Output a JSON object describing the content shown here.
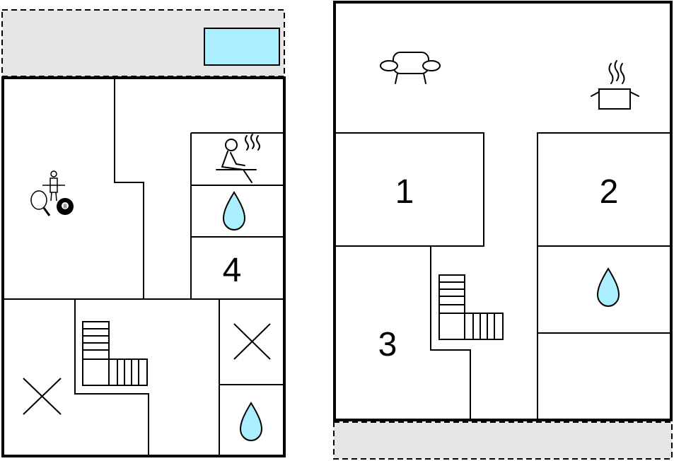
{
  "colors": {
    "wall": "#000000",
    "terrace": "#e6e6e6",
    "water": "#aaeeff",
    "pool": "#aaeeff",
    "steam": "#888888"
  },
  "floor_left": {
    "rooms": [
      {
        "id": "bedroom-4",
        "number": "4"
      }
    ],
    "icons": [
      "pool-icon",
      "sauna-icon",
      "water-drop-icon",
      "games-icon",
      "cross-icon"
    ]
  },
  "floor_right": {
    "rooms": [
      {
        "id": "bedroom-1",
        "number": "1"
      },
      {
        "id": "bedroom-2",
        "number": "2"
      },
      {
        "id": "bedroom-3",
        "number": "3"
      }
    ],
    "icons": [
      "sofa-icon",
      "cooking-pot-icon",
      "water-drop-icon"
    ]
  }
}
